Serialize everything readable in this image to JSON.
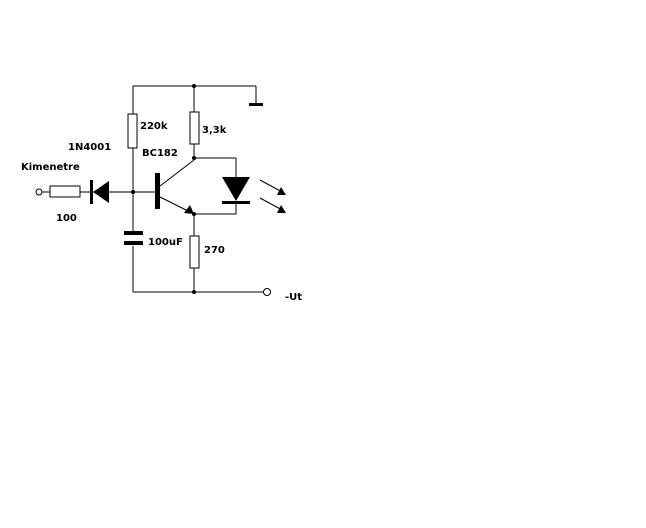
{
  "labels": {
    "input": "Kimenetre",
    "diode": "1N4001",
    "resistor_series": "100",
    "resistor_base": "220k",
    "transistor": "BC182",
    "capacitor": "100uF",
    "resistor_collector": "3,3k",
    "resistor_emitter": "270",
    "supply_neg": "-Ut"
  },
  "colors": {
    "line": "#000000",
    "background": "#ffffff"
  }
}
